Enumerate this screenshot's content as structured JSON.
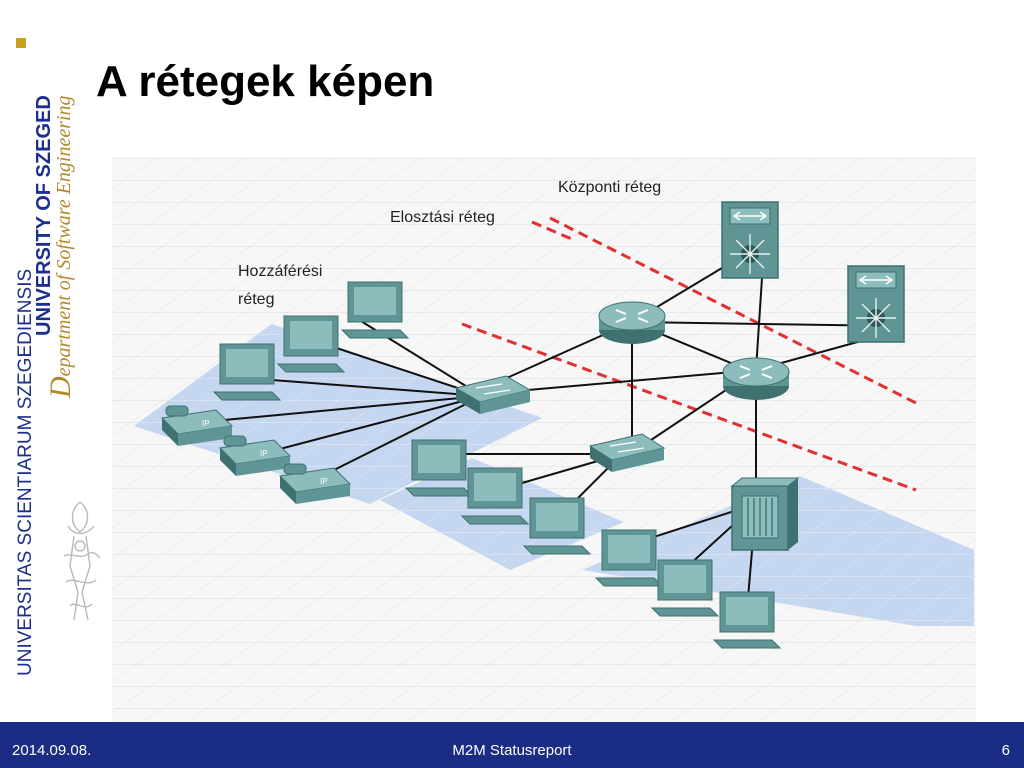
{
  "slide": {
    "title": "A rétegek képen",
    "branding": {
      "line1": "UNIVERSITAS SCIENTIARUM SZEGEDIENSIS",
      "line2": "UNIVERSITY OF SZEGED",
      "line3_initial": "D",
      "line3_rest": "epartment of Software Engineering"
    },
    "footer": {
      "date": "2014.09.08.",
      "center": "M2M Statusreport",
      "page": "6"
    }
  },
  "diagram": {
    "labels": {
      "core": "Központi réteg",
      "distribution": "Elosztási réteg",
      "access_line1": "Hozzáférési",
      "access_line2": "réteg"
    },
    "phone_label": "IP",
    "colors": {
      "floor": "#c5d7f0",
      "device": "#5f9594",
      "device_dark": "#3e7170",
      "device_light": "#8cbcbb",
      "divider": "#e03030",
      "link": "#111111"
    }
  }
}
